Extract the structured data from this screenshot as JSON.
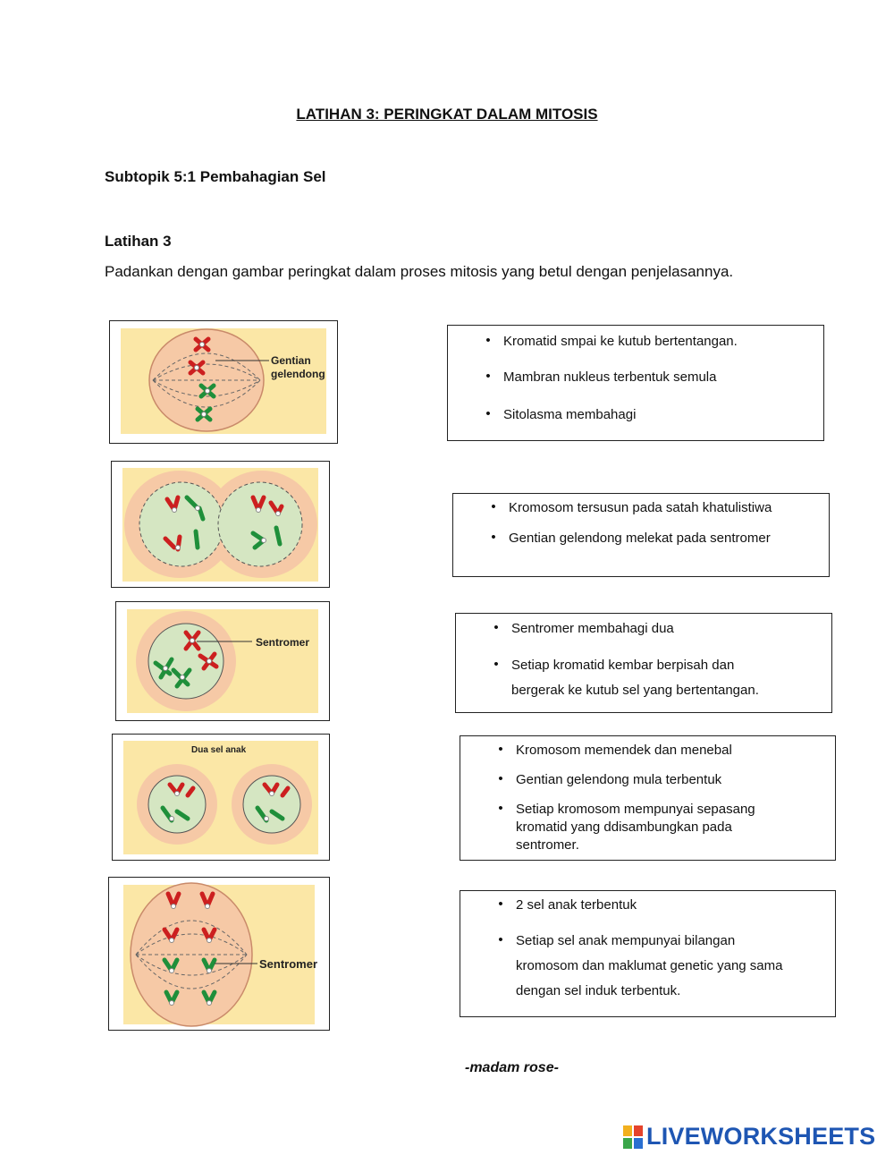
{
  "title": "LATIHAN 3: PERINGKAT DALAM MITOSIS",
  "subtopic": "Subtopik 5:1 Pembahagian Sel",
  "exercise_label": "Latihan 3",
  "instruction": "Padankan dengan gambar peringkat dalam proses mitosis yang betul dengan penjelasannya.",
  "images": [
    {
      "labels": [
        "Gentian",
        "gelendong"
      ]
    },
    {
      "labels": []
    },
    {
      "labels": [
        "Sentromer"
      ]
    },
    {
      "labels": [
        "Dua sel anak"
      ]
    },
    {
      "labels": [
        "Sentromer"
      ]
    }
  ],
  "descriptions": [
    {
      "bullets": [
        "Kromatid smpai ke kutub bertentangan.",
        "Mambran nukleus terbentuk semula",
        "Sitolasma membahagi"
      ]
    },
    {
      "bullets": [
        "Kromosom tersusun pada satah khatulistiwa",
        "Gentian gelendong melekat pada sentromer"
      ]
    },
    {
      "bullets": [
        "Sentromer membahagi dua",
        "Setiap kromatid kembar berpisah dan bergerak ke kutub sel yang bertentangan."
      ]
    },
    {
      "bullets": [
        "Kromosom memendek dan menebal",
        "Gentian gelendong mula terbentuk",
        "Setiap kromosom mempunyai sepasang kromatid yang ddisambungkan pada sentromer."
      ]
    },
    {
      "bullets": [
        "2 sel anak terbentuk",
        "Setiap sel anak mempunyai bilangan kromosom dan maklumat genetic yang sama dengan sel induk terbentuk."
      ]
    }
  ],
  "signature": "-madam rose-",
  "brand": {
    "name": "LIVEWORKSHEETS",
    "color": "#1e56b3"
  },
  "colors": {
    "panel": "#fbe7a6",
    "cell": "#f6c9a6",
    "nucleus": "#d5e6c2",
    "red": "#cc1f1f",
    "green": "#1f8f3a"
  }
}
